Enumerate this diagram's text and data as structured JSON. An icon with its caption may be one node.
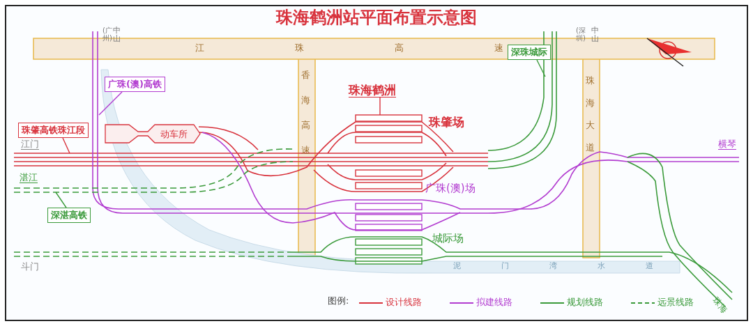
{
  "diagram": {
    "title": "珠海鹤洲站平面布置示意图",
    "nodes": [
      {
        "text": [
          "珠肇高铁珠江段"
        ]
      },
      {
        "text": [
          "广珠(澳)高铁"
        ]
      },
      {
        "text": [
          "深珠城际"
        ]
      },
      {
        "text": [
          "深湛高铁"
        ]
      },
      {
        "text": [
          "动车所"
        ]
      },
      {
        "text": [
          "珠海鹤洲"
        ]
      }
    ],
    "edges": [
      {
        "from": 0,
        "to": null,
        "arrow": "none"
      },
      {
        "from": 1,
        "to": null,
        "arrow": "none",
        "color": "#b23cd0"
      },
      {
        "from": 2,
        "to": null,
        "arrow": "none",
        "color": "#3a9a3a"
      },
      {
        "from": 3,
        "to": null,
        "arrow": "none",
        "color": "#3a9a3a"
      },
      {
        "from": 5,
        "to": null,
        "arrow": "none"
      }
    ],
    "labels": [
      "中山",
      "(广州)",
      "江珠高速",
      "中山",
      "(深圳)",
      "香海高速",
      "珠海大道",
      "珠肇场",
      "江门",
      "横琴",
      "湛江",
      "广珠(澳)场",
      "城际场",
      "斗门",
      "泥门湾水道",
      "珠海",
      "图例:"
    ],
    "legend": [
      {
        "text": "设计线路"
      },
      {
        "text": "拟建线路"
      },
      {
        "text": "规划线路"
      },
      {
        "text": "远景线路"
      }
    ]
  }
}
